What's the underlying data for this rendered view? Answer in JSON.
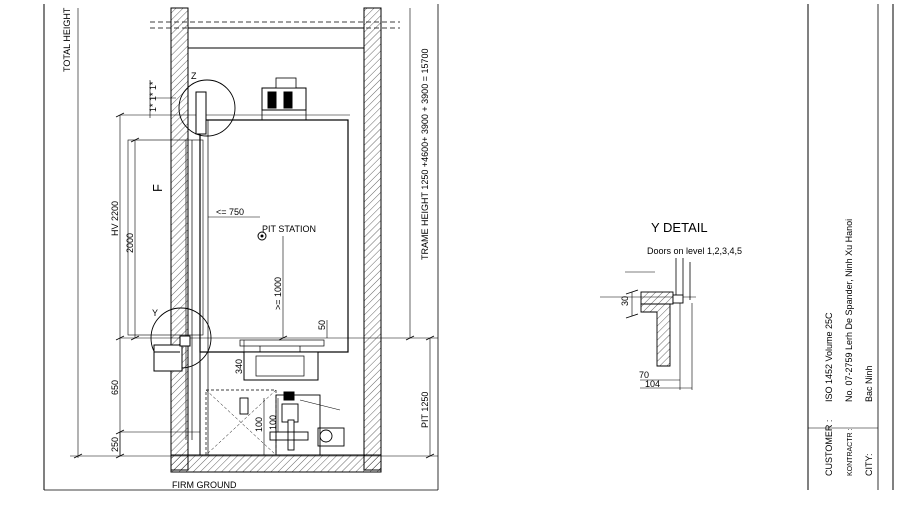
{
  "labels": {
    "total_height": "TOTAL HEIGHT",
    "frame_height": "TRAME HEIGHT 1250 +4600+ 3900 + 3900 = 15700",
    "pit": "PIT 1250",
    "firm_ground": "FIRM GROUND",
    "hv": "HV 2200",
    "dim_2000": "2000",
    "dim_650": "650",
    "dim_250": "250",
    "dim_340": "340",
    "dim_100a": "100",
    "dim_100b": "100",
    "dim_50": "50",
    "ge_1000": ">= 1000",
    "le_750": "<= 750",
    "pit_station": "PIT STATION",
    "marker_f": "F",
    "marker_y": "Y",
    "marker_z": "Z",
    "star_label": "1*  1*  1*"
  },
  "detail": {
    "title": "Y DETAIL",
    "note": "Doors on level 1,2,3,4,5",
    "dim_30": "30",
    "dim_70": "70",
    "dim_104": "104"
  },
  "title_block": {
    "customer_label": "CUSTOMER :",
    "contractor_label": "KONTRACTR :",
    "city_label": "CITY:",
    "customer_value": "ISO 1452 Volume 25C",
    "contractor_value": "No. 07-2759 Lerh De Spander, Ninh Xu Hanoi",
    "city_value": "Bac Ninh"
  }
}
